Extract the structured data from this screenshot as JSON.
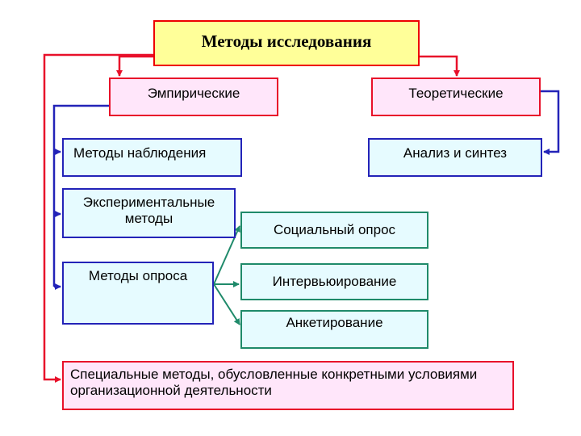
{
  "title": "Методы исследования",
  "branches": {
    "empirical": "Эмпирические",
    "theoretical": "Теоретические"
  },
  "empirical_methods": {
    "observation": "Методы наблюдения",
    "experimental": "Экспериментальные методы",
    "poll": "Методы опроса"
  },
  "theoretical_methods": {
    "analysis": "Анализ и синтез"
  },
  "poll_methods": {
    "social_survey": "Социальный опрос",
    "interviewing": "Интервьюирование",
    "questionnaire": "Анкетирование"
  },
  "special_methods": "Специальные методы, обусловленные конкретными условиями организационной деятельности",
  "colors": {
    "red": "#e8102a",
    "blue": "#2323b8",
    "green": "#1f8a6a",
    "title_fill": "#ffff99",
    "pink_fill": "#ffe6fa",
    "cyan_fill": "#e6fbff"
  }
}
